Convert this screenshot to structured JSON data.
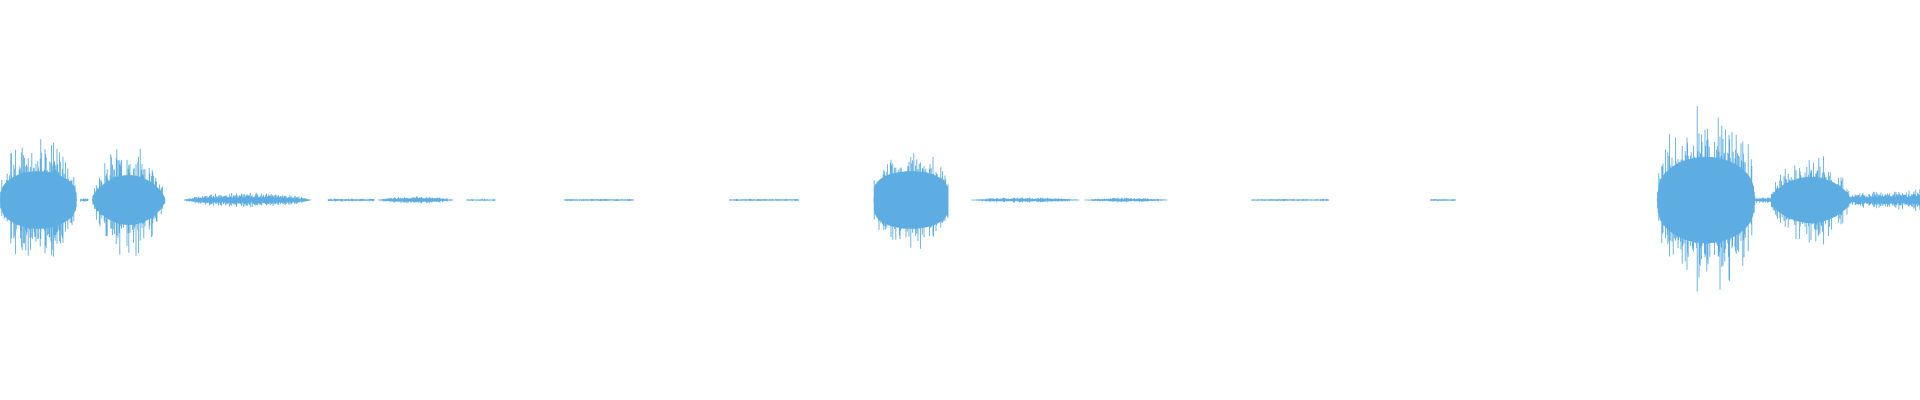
{
  "waveform": {
    "color": "#5dade2",
    "background": "#ffffff",
    "time_range": [
      0,
      1
    ],
    "amplitude_range": [
      -1,
      1
    ],
    "segments": [
      {
        "start": 0.0,
        "end": 0.04,
        "peak": 0.68,
        "body": 0.3,
        "shape": "burst"
      },
      {
        "start": 0.042,
        "end": 0.046,
        "peak": 0.02,
        "body": 0.01,
        "shape": "flat"
      },
      {
        "start": 0.048,
        "end": 0.086,
        "peak": 0.6,
        "body": 0.26,
        "shape": "swell"
      },
      {
        "start": 0.096,
        "end": 0.162,
        "peak": 0.08,
        "body": 0.04,
        "shape": "swell"
      },
      {
        "start": 0.171,
        "end": 0.195,
        "peak": 0.018,
        "body": 0.008,
        "shape": "flat"
      },
      {
        "start": 0.197,
        "end": 0.236,
        "peak": 0.04,
        "body": 0.022,
        "shape": "swell"
      },
      {
        "start": 0.243,
        "end": 0.258,
        "peak": 0.012,
        "body": 0.006,
        "shape": "flat"
      },
      {
        "start": 0.294,
        "end": 0.33,
        "peak": 0.012,
        "body": 0.006,
        "shape": "flat"
      },
      {
        "start": 0.38,
        "end": 0.416,
        "peak": 0.012,
        "body": 0.006,
        "shape": "flat"
      },
      {
        "start": 0.455,
        "end": 0.494,
        "peak": 0.52,
        "body": 0.3,
        "shape": "dome"
      },
      {
        "start": 0.506,
        "end": 0.562,
        "peak": 0.03,
        "body": 0.016,
        "shape": "swell"
      },
      {
        "start": 0.565,
        "end": 0.608,
        "peak": 0.025,
        "body": 0.014,
        "shape": "swell"
      },
      {
        "start": 0.652,
        "end": 0.692,
        "peak": 0.012,
        "body": 0.006,
        "shape": "flat"
      },
      {
        "start": 0.745,
        "end": 0.758,
        "peak": 0.012,
        "body": 0.006,
        "shape": "flat"
      },
      {
        "start": 0.863,
        "end": 0.914,
        "peak": 1.0,
        "body": 0.45,
        "shape": "burst"
      },
      {
        "start": 0.914,
        "end": 0.922,
        "peak": 0.03,
        "body": 0.015,
        "shape": "flat"
      },
      {
        "start": 0.922,
        "end": 0.964,
        "peak": 0.5,
        "body": 0.24,
        "shape": "swell"
      },
      {
        "start": 0.964,
        "end": 1.0,
        "peak": 0.12,
        "body": 0.06,
        "shape": "rise"
      }
    ]
  }
}
